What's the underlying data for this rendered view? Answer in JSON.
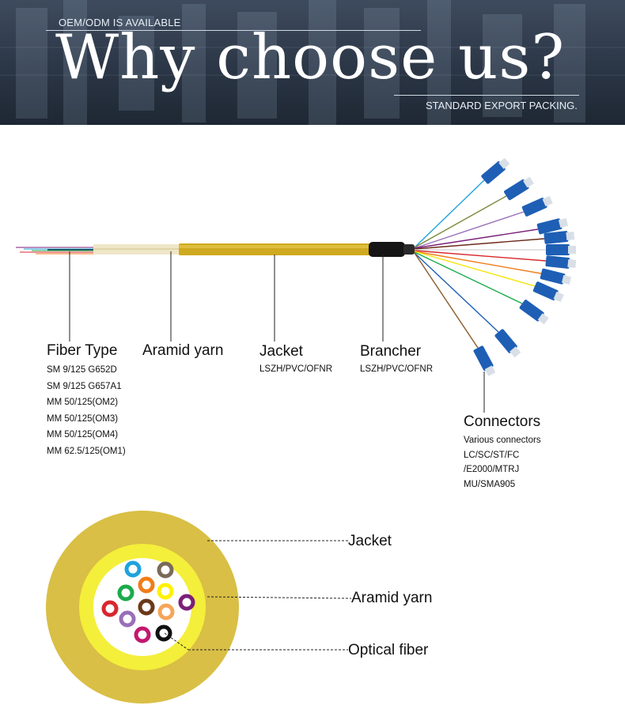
{
  "banner": {
    "oem_text": "OEM/ODM IS AVAILABLE",
    "headline": "Why choose us?",
    "packing_text": "STANDARD EXPORT PACKING."
  },
  "cable_labels": {
    "fiber_type": {
      "title": "Fiber Type",
      "items": [
        "SM 9/125 G652D",
        "SM 9/125 G657A1",
        "MM 50/125(OM2)",
        "MM 50/125(OM3)",
        "MM 50/125(OM4)",
        "MM 62.5/125(OM1)"
      ]
    },
    "aramid": {
      "title": "Aramid yarn"
    },
    "jacket": {
      "title": "Jacket",
      "sub": "LSZH/PVC/OFNR"
    },
    "brancher": {
      "title": "Brancher",
      "sub": "LSZH/PVC/OFNR"
    },
    "connectors": {
      "title": "Connectors",
      "items": [
        "Various connectors",
        "LC/SC/ST/FC",
        "/E2000/MTRJ",
        "MU/SMA905"
      ]
    }
  },
  "cross_section": {
    "jacket_label": "Jacket",
    "aramid_label": "Aramid yarn",
    "fiber_label": "Optical fiber"
  },
  "colors": {
    "jacket_yellow": "#d9bf45",
    "aramid_yellow": "#f4ef3a",
    "connector_blue": "#1e5fb5",
    "fiber_colors": [
      "#1fa3dc",
      "#7a6a5a",
      "#f07d1a",
      "#fff200",
      "#1bab4b",
      "#7b1f7a",
      "#d8282e",
      "#6b3a1a",
      "#f6a55a",
      "#9a6fb8",
      "#c2186f",
      "#111111"
    ]
  }
}
